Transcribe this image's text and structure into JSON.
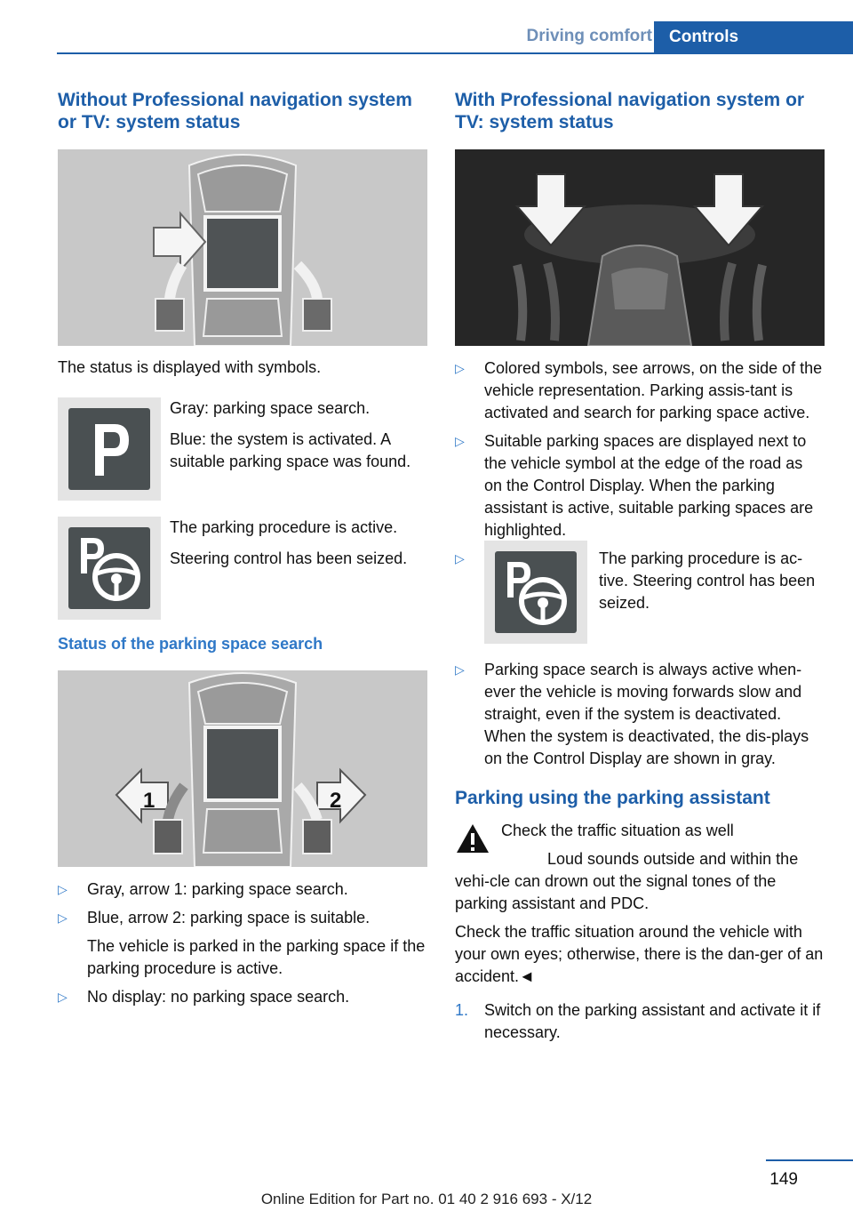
{
  "header": {
    "section": "Driving comfort",
    "tab": "Controls"
  },
  "left": {
    "heading": "Without Professional navigation system or TV: system status",
    "status_text": "The status is displayed with symbols.",
    "icon1": {
      "line1": "Gray: parking space search.",
      "line2": "Blue: the system is activated. A suitable parking space was found."
    },
    "icon2": {
      "line1": "The parking procedure is active.",
      "line2": "Steering control has been seized."
    },
    "subheading": "Status of the parking space search",
    "fig2_labels": [
      "1",
      "2"
    ],
    "bullets": [
      "Gray, arrow 1: parking space search.",
      "Blue, arrow 2: parking space is suitable.",
      "No display: no parking space search."
    ],
    "bullet2_cont": "The vehicle is parked in the parking space if the parking procedure is active."
  },
  "right": {
    "heading": "With Professional navigation system or TV: system status",
    "bullets": [
      "Colored symbols, see arrows, on the side of the vehicle representation. Parking assis-tant is activated and search for parking space active.",
      "Suitable parking spaces are displayed next to the vehicle symbol at the edge of the road as on the Control Display. When the parking assistant is active, suitable parking spaces are highlighted.",
      "The parking procedure is ac-tive. Steering control has been seized.",
      "Parking space search is always active when-ever the vehicle is moving forwards slow and straight, even if the system is deactivated. When the system is deactivated, the dis-plays on the Control Display are shown in gray."
    ],
    "subheading": "Parking using the parking assistant",
    "warn_title": "Check the traffic situation as well",
    "warn_p1": "Loud sounds outside and within the vehi-cle can drown out the signal tones of the parking assistant and PDC.",
    "warn_p2": "Check the traffic situation around the vehicle with your own eyes; otherwise, there is the dan-ger of an accident.◄",
    "step1_num": "1.",
    "step1": "Switch on the parking assistant and activate it if necessary."
  },
  "footer": {
    "page": "149",
    "edition": "Online Edition for Part no. 01 40 2 916 693 - X/12"
  },
  "colors": {
    "accent": "#1d5ea8",
    "marker": "#2f78c7",
    "icon_tile": "#4a5052"
  }
}
